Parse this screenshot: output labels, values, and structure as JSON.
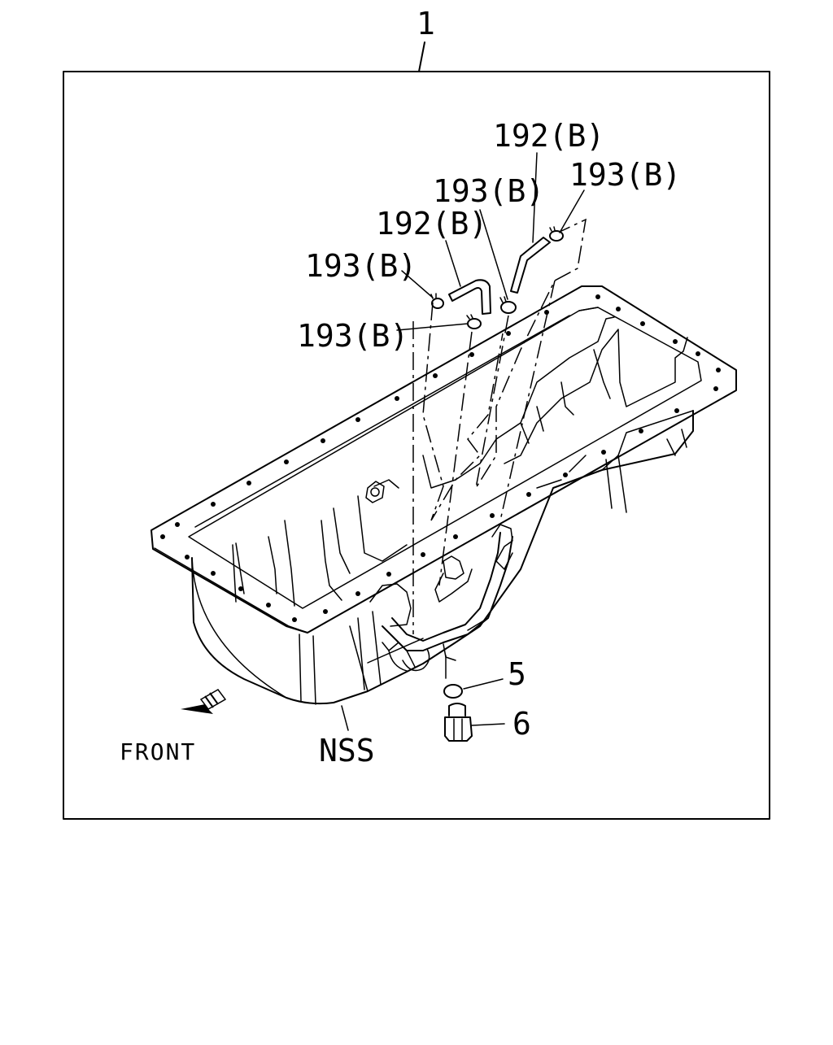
{
  "callouts": {
    "assembly": "1",
    "hose_upper_right": "192(B)",
    "clip_upper_right": "193(B)",
    "clip_middle": "193(B)",
    "hose_left": "192(B)",
    "clip_left_upper": "193(B)",
    "clip_left_lower": "193(B)",
    "gasket": "5",
    "drain_plug": "6",
    "oil_pan": "NSS"
  },
  "front_label": "FRONT",
  "colors": {
    "line": "#000000",
    "background": "#ffffff"
  },
  "icons": {
    "front_arrow": "arrow-down-left-icon"
  }
}
